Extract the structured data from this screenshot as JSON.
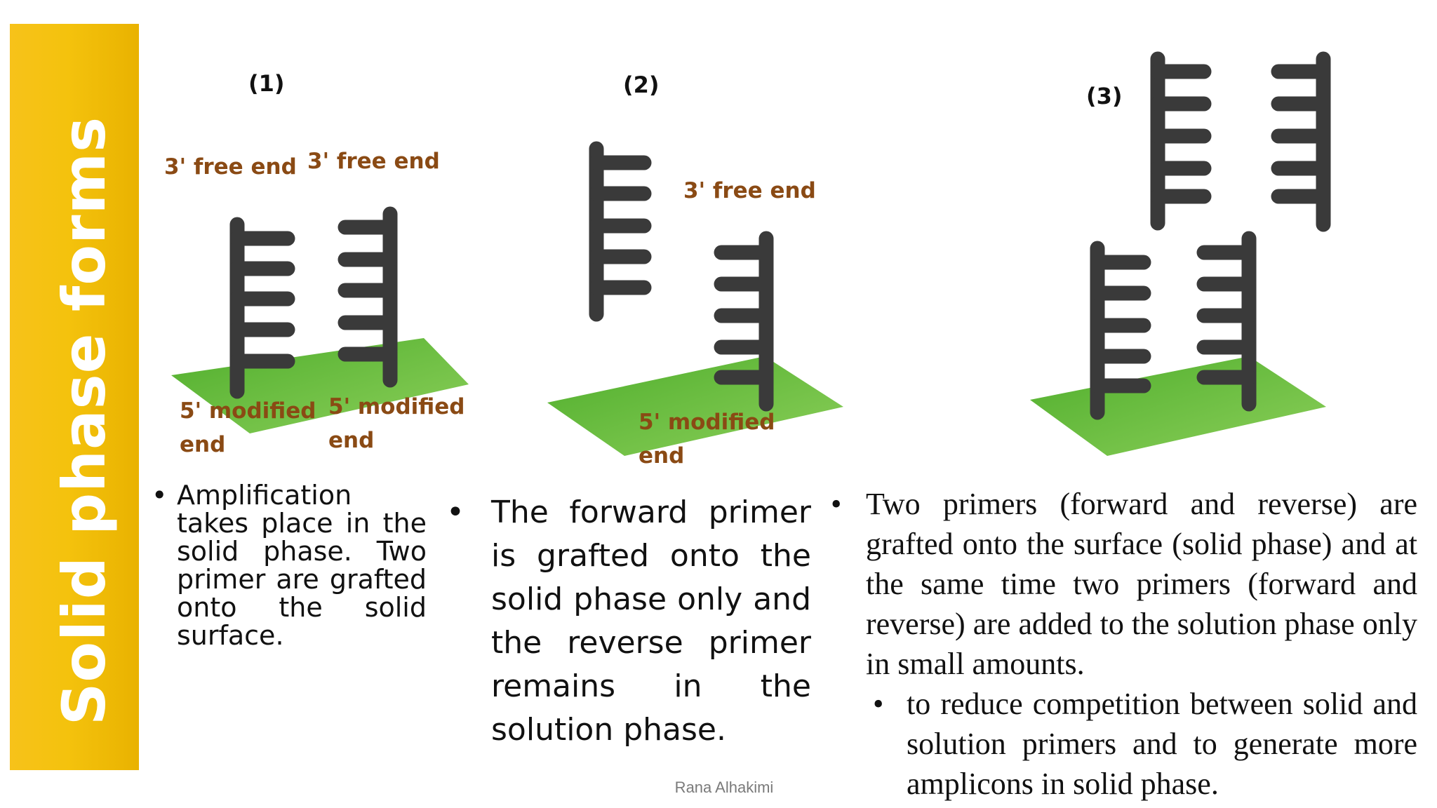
{
  "slide": {
    "title": "Solid phase forms",
    "footer": "Rana Alhakimi"
  },
  "colors": {
    "banner": "#f4c20d",
    "surface": "#6bbf3e",
    "primer": "#3a3a3a",
    "label": "#8a4a14"
  },
  "diagram": {
    "panel1": {
      "number": "(1)",
      "free_end_left": "3' free end",
      "free_end_right": "3' free end",
      "modified_left_1": "5' modified",
      "modified_left_2": "end",
      "modified_right_1": "5' modified",
      "modified_right_2": "end"
    },
    "panel2": {
      "number": "(2)",
      "free_end": "3' free end",
      "modified_1": "5' modified",
      "modified_2": "end"
    },
    "panel3": {
      "number": "(3)"
    }
  },
  "text": {
    "col1": "Amplification takes place in the solid phase. Two primer are grafted onto the solid surface.",
    "col2": "The forward primer is grafted onto the solid phase only and the reverse primer remains in the solution phase.",
    "col3": "Two primers (forward and reverse) are grafted onto the surface (solid phase) and at the same time two primers (forward and reverse) are added to the solution phase only in small amounts.",
    "col3_sub": "to reduce competition between solid and solution primers and to generate more amplicons in solid phase."
  }
}
